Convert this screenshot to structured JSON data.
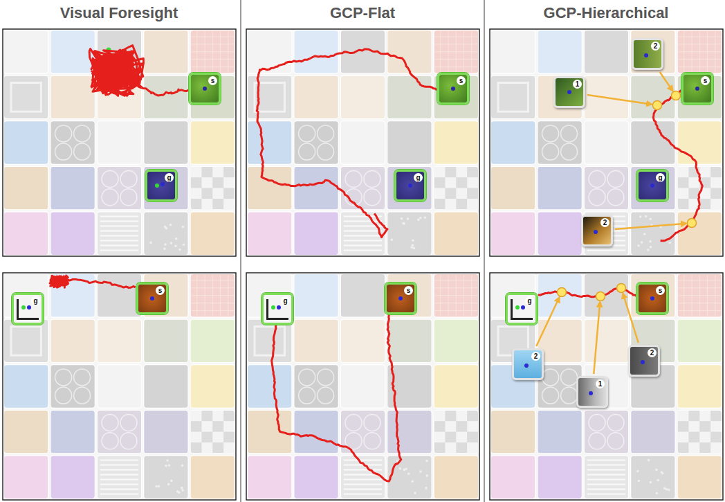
{
  "diagram": {
    "nodes": [
      {
        "text": [
          "s"
        ]
      },
      {
        "text": [
          "g"
        ]
      },
      {
        "text": [
          "s"
        ]
      },
      {
        "text": [
          "g"
        ]
      },
      {
        "text": [
          "2"
        ]
      },
      {
        "text": [
          "1"
        ]
      },
      {
        "text": [
          "s"
        ]
      },
      {
        "text": [
          "g"
        ]
      },
      {
        "text": [
          "2"
        ]
      },
      {
        "text": [
          "g"
        ]
      },
      {
        "text": [
          "s"
        ]
      },
      {
        "text": [
          "g"
        ]
      },
      {
        "text": [
          "s"
        ]
      },
      {
        "text": [
          "g"
        ]
      },
      {
        "text": [
          "s"
        ]
      },
      {
        "text": [
          "2"
        ]
      },
      {
        "text": [
          "1"
        ]
      },
      {
        "text": [
          "2"
        ]
      }
    ],
    "labels": [
      "Visual Foresight",
      "GCP-Flat",
      "GCP-Hierarchical"
    ]
  }
}
